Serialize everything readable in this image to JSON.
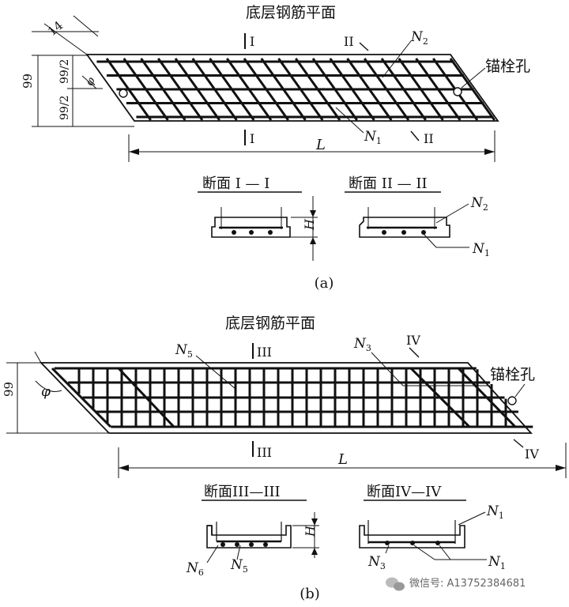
{
  "fig_a": {
    "title": "底层钢筋平面",
    "dim_14": "14",
    "dim_99": "99",
    "dim_99_2_top": "99/2",
    "dim_99_2_bot": "99/2",
    "dim_phi": "φ",
    "sec_I_top": "I",
    "sec_II_top": "II",
    "sec_I_bot": "I",
    "sec_II_bot": "II",
    "label_N2": "N",
    "label_N2_sub": "2",
    "label_N1": "N",
    "label_N1_sub": "1",
    "anchor_label": "锚栓孔",
    "length_label": "L",
    "section1_title": "断面 I — I",
    "section2_title": "断面 II — II",
    "height_label": "H",
    "sec_N2": "N",
    "sec_N2_sub": "2",
    "sec_N1": "N",
    "sec_N1_sub": "1",
    "caption": "(a)"
  },
  "fig_b": {
    "title": "底层钢筋平面",
    "label_N5": "N",
    "label_N5_sub": "5",
    "sec_III_top": "III",
    "label_N3": "N",
    "label_N3_sub": "3",
    "sec_IV_top": "IV",
    "anchor_label": "锚栓孔",
    "dim_99": "99",
    "angle_phi": "φ",
    "sec_III_bot": "III",
    "length_label": "L",
    "sec_IV_bot": "IV",
    "section3_title": "断面III—III",
    "section4_title": "断面IV—IV",
    "height_label": "H",
    "sec_N1_top": "N",
    "sec_N1_top_sub": "1",
    "sec_N6": "N",
    "sec_N6_sub": "6",
    "sec_N5": "N",
    "sec_N5_sub": "5",
    "sec_N3": "N",
    "sec_N3_sub": "3",
    "sec_N1_bot": "N",
    "sec_N1_bot_sub": "1",
    "caption": "(b)"
  },
  "watermark": "微信号: A13752384681",
  "watermark_icon": "wechat-icon"
}
